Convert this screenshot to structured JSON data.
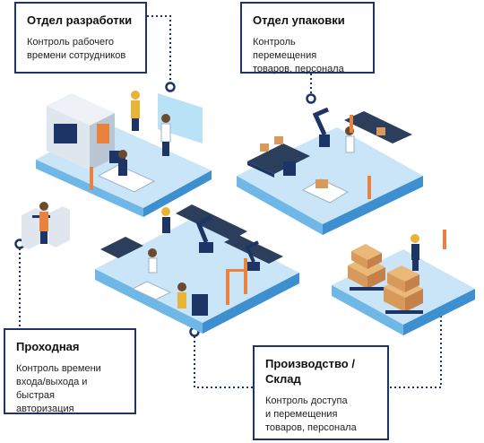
{
  "cards": {
    "dev": {
      "title": "Отдел разработки",
      "desc": "Контроль рабочего\nвремени сотрудников"
    },
    "pack": {
      "title": "Отдел упаковки",
      "desc": "Контроль перемещения\nтоваров, персонала"
    },
    "gate": {
      "title": "Проходная",
      "desc": "Контроль времени\nвхода/выхода и быстрая\nавторизация"
    },
    "prod": {
      "title": "Производство /\nСклад",
      "desc": "Контроль доступа\nи перемещения\nтоваров, персонала"
    }
  },
  "colors": {
    "card_border": "#1d3566",
    "connector": "#1d3566",
    "platform_top": "#c9e5f7",
    "platform_side": "#6fb7e6",
    "accent_orange": "#e8823c"
  },
  "icons": [
    "rfid-gate-icon",
    "worker-icon",
    "robot-arm-icon",
    "conveyor-icon",
    "box-stack-icon",
    "cart-icon",
    "turnstile-icon"
  ]
}
